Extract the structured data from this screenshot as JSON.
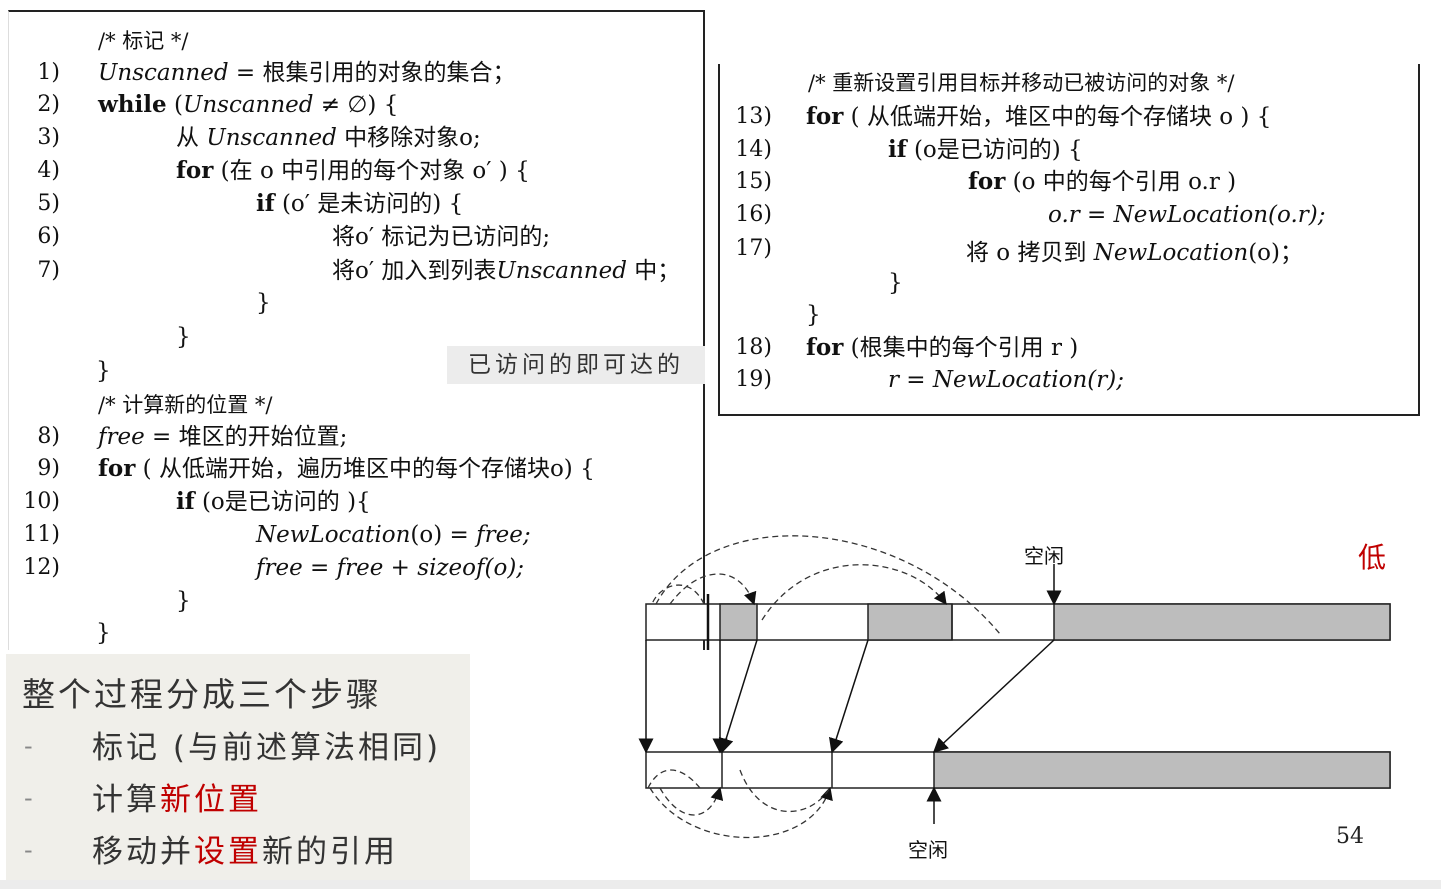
{
  "left_code": {
    "comment_mark": "/* 标记 */",
    "lines": [
      {
        "n": "1)",
        "a": "Unscanned",
        "b": " = 根集引用的对象的集合；"
      },
      {
        "n": "2)",
        "kw": "while",
        "b": " (",
        "a": "Unscanned",
        "c": " ≠ ∅) {"
      },
      {
        "n": "3)",
        "b": "从 ",
        "a": "Unscanned",
        "c": " 中移除对象o;"
      },
      {
        "n": "4)",
        "kw": "for",
        "b": " (在 o 中引用的每个对象 o′ ) {"
      },
      {
        "n": "5)",
        "kw": "if",
        "b": " (o′ 是未访问的) {"
      },
      {
        "n": "6)",
        "b": "将o′ 标记为已访问的;"
      },
      {
        "n": "7)",
        "b": "将o′ 加入到列表",
        "a": "Unscanned",
        "c": " 中；"
      }
    ],
    "brace": "}",
    "comment_compute": "/* 计算新的位置 */",
    "lines2": [
      {
        "n": "8)",
        "a": "free",
        "b": " = 堆区的开始位置;"
      },
      {
        "n": "9)",
        "kw": "for",
        "b": " ( 从低端开始，遍历堆区中的每个存储块o) {"
      },
      {
        "n": "10)",
        "kw": "if",
        "b": " (o是已访问的 ){"
      },
      {
        "n": "11)",
        "a": "NewLocation",
        "b": "(o) = ",
        "c": "free;"
      },
      {
        "n": "12)",
        "a": "free",
        "b": " = ",
        "c": "free + sizeof(o);"
      }
    ]
  },
  "right_code": {
    "comment": "/* 重新设置引用目标并移动已被访问的对象 */",
    "lines": [
      {
        "n": "13)",
        "kw": "for",
        "b": " ( 从低端开始，堆区中的每个存储块 o ) {"
      },
      {
        "n": "14)",
        "kw": "if",
        "b": " (o是已访问的) {"
      },
      {
        "n": "15)",
        "kw": "for",
        "b": " (o 中的每个引用 o.r )"
      },
      {
        "n": "16)",
        "a": "o.r = NewLocation(o.r);"
      },
      {
        "n": "17)",
        "b": "将 o 拷贝到 ",
        "a": "NewLocation",
        "c": "(o)；"
      },
      {
        "n": "18)",
        "kw": "for",
        "b": " (根集中的每个引用 r )"
      },
      {
        "n": "19)",
        "a": "r = NewLocation(r);"
      }
    ],
    "brace": "}"
  },
  "visited_note": "已访问的即可达的",
  "summary": {
    "title": "整个过程分成三个步骤",
    "dash": "-",
    "item1": "标记 (与前述算法相同)",
    "item2_a": "计算",
    "item2_b": "新位置",
    "item3_a": "移动并",
    "item3_b": "设置",
    "item3_c": "新的引用"
  },
  "diagram": {
    "label_free_top": "空闲",
    "label_free_bottom": "空闲",
    "label_low": "低"
  },
  "page_number": "54"
}
